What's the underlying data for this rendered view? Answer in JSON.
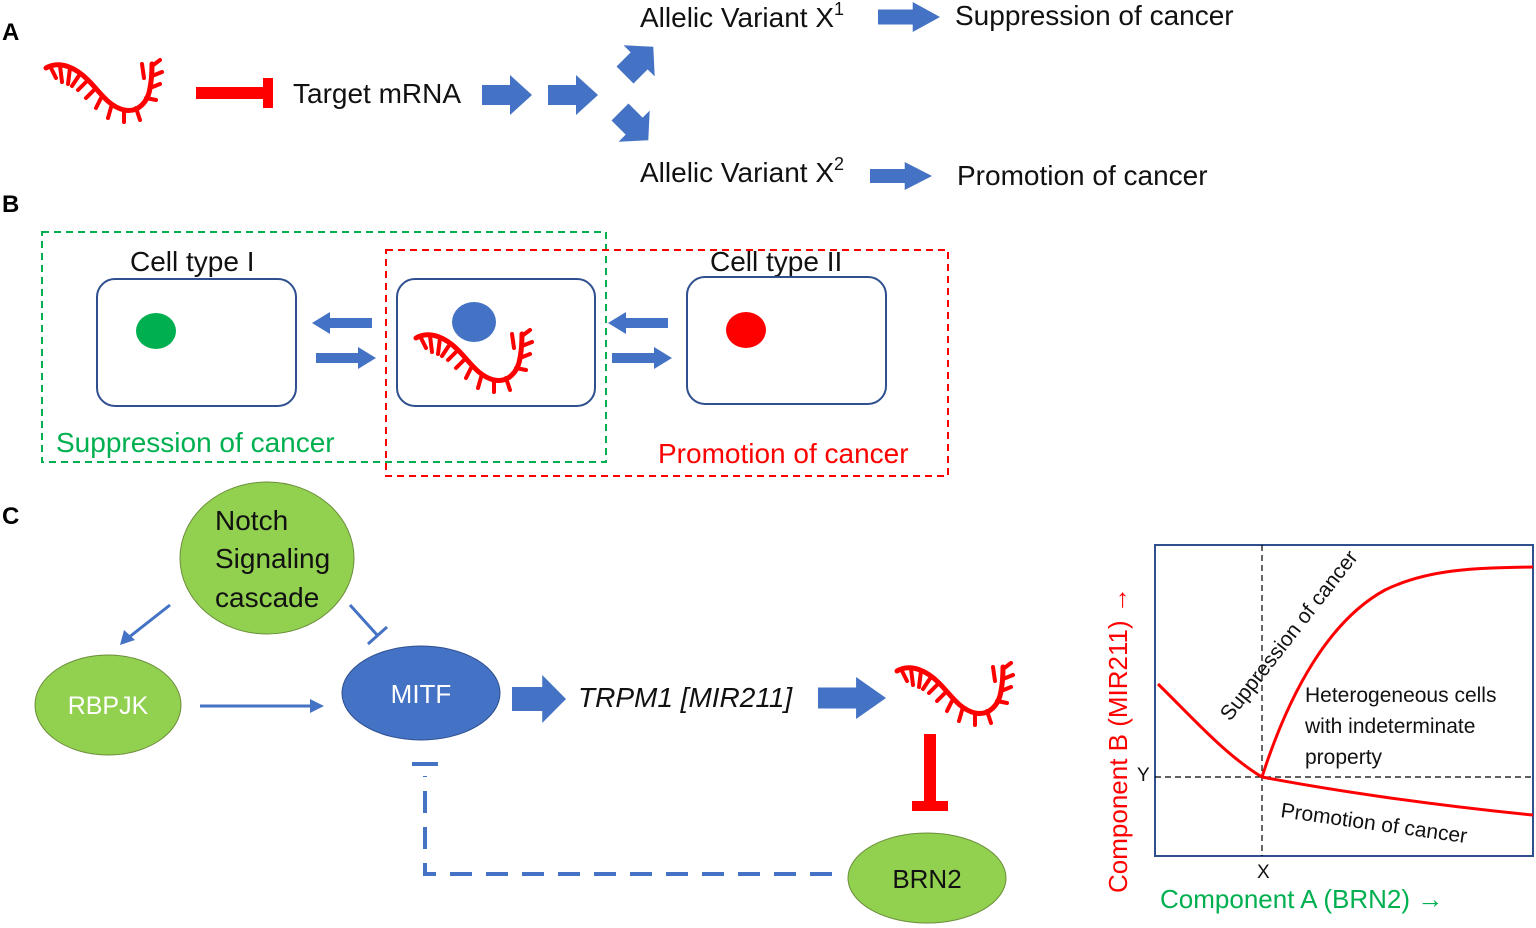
{
  "panels": {
    "a": "A",
    "b": "B",
    "c": "C"
  },
  "panel_a": {
    "target_mrna": "Target mRNA",
    "variant1_base": "Allelic Variant X",
    "variant1_sup": "1",
    "variant2_base": "Allelic Variant X",
    "variant2_sup": "2",
    "suppression": "Suppression of cancer",
    "promotion": "Promotion of cancer"
  },
  "panel_b": {
    "cell_type_1": "Cell type I",
    "cell_type_2": "Cell type II",
    "suppression": "Suppression of cancer",
    "promotion": "Promotion of cancer"
  },
  "panel_c": {
    "notch_line1": "Notch",
    "notch_line2": "Signaling",
    "notch_line3": "cascade",
    "rbpjk": "RBPJK",
    "mitf": "MITF",
    "trpm1": "TRPM1 [MIR211]",
    "brn2": "BRN2"
  },
  "graph": {
    "y_axis_label": "Component B (MIR211) →",
    "x_axis_label": "Component A (BRN2) →",
    "x_tick": "X",
    "y_tick": "Y",
    "suppression_label": "Suppression of cancer",
    "promotion_label": "Promotion of cancer",
    "heterogeneous_line1": "Heterogeneous cells",
    "heterogeneous_line2": "with indeterminate",
    "heterogeneous_line3": "property"
  },
  "colors": {
    "blue": "#4472C4",
    "red": "#FF0000",
    "green": "#00B050",
    "light_green": "#92D050",
    "cell_border": "#2F4F8F"
  }
}
